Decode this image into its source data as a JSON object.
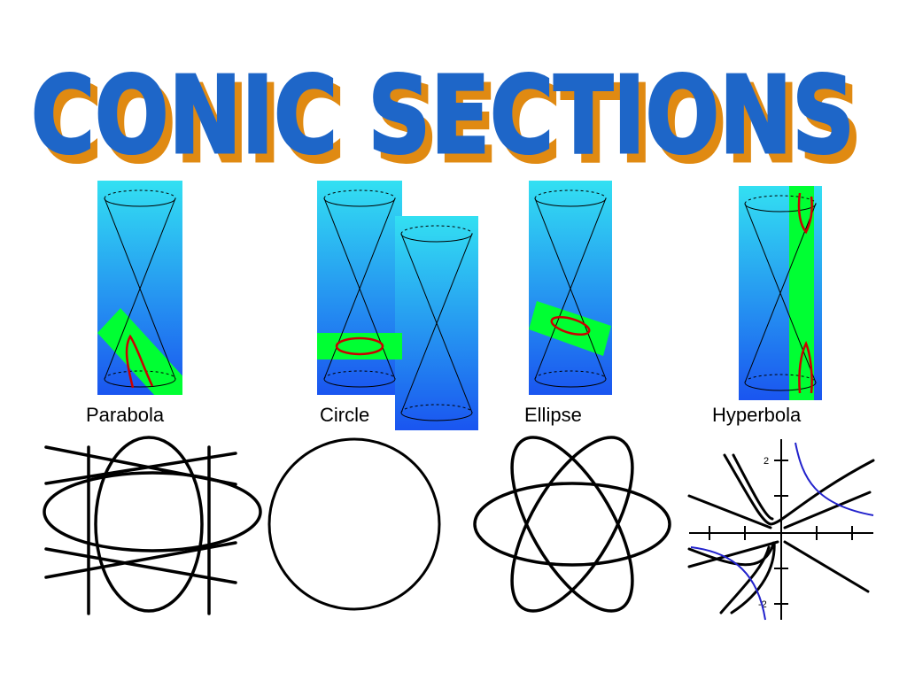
{
  "title": "CONIC SECTIONS",
  "colors": {
    "title_front": "#1E66C8",
    "title_shadow": "#E08A12",
    "panel_top": "#33E0F2",
    "panel_bottom": "#1A55F0",
    "plane": "#00FF33",
    "section": "#CC0000",
    "curve": "#000000",
    "hyperbola_extra": "#2222CC"
  },
  "labels": {
    "parabola": "Parabola",
    "circle": "Circle",
    "ellipse": "Ellipse",
    "hyperbola": "Hyperbola"
  },
  "graph": {
    "tick_top": "2",
    "tick_bottom": "-2"
  }
}
